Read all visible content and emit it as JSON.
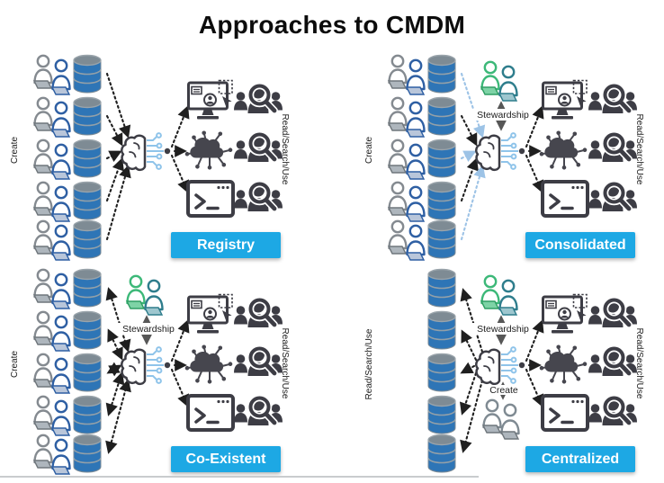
{
  "title": "Approaches to CMDM",
  "quadrants": {
    "registry": {
      "name": "Registry",
      "left_label": "Create",
      "right_label": "Read/Search/Use"
    },
    "consolidated": {
      "name": "Consolidated",
      "left_label": "Create",
      "right_label": "Read/Search/Use",
      "stewardship_label": "Stewardship"
    },
    "coexistent": {
      "name": "Co-Existent",
      "left_label": "Create",
      "right_label": "Read/Search/Use",
      "stewardship_label": "Stewardship"
    },
    "centralized": {
      "name": "Centralized",
      "left_label": "Read/Search/Use",
      "right_label": "Read/Search/Use",
      "stewardship_label": "Stewardship",
      "create_label": "Create"
    }
  },
  "icons": {
    "creator-pair-icon": "two people with laptops (gray + blue)",
    "steward-pair-icon": "two people with laptops (green + teal)",
    "plain-pair-icon": "two people with laptops (gray)",
    "database-icon": "blue database cylinder",
    "mdm-hub-icon": "brain with circuit traces and hub node",
    "app-screen-icon": "monitor with user profile, dashed selection and cursor",
    "analytics-cloud-icon": "cloud with network spokes",
    "terminal-icon": "command window with prompt",
    "consumer-group-icon": "group of people with magnifying glass"
  },
  "colors": {
    "badge_blue": "#1da8e4",
    "database_blue": "#2e75b6",
    "hub_circuit_blue": "#9dc3e6",
    "black_arrow": "#1f1f1f",
    "steward_green": "#3cb878",
    "icon_dark": "#3d3d45"
  }
}
